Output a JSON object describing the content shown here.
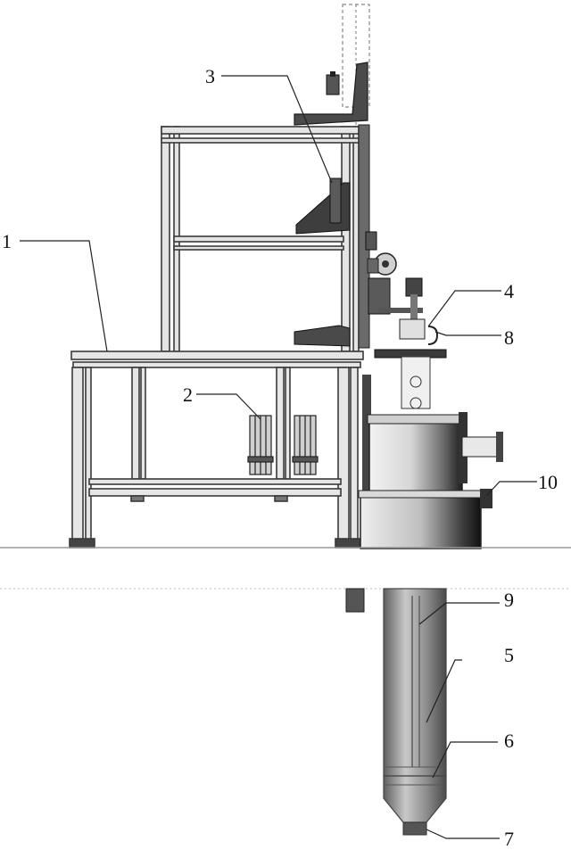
{
  "callouts": [
    {
      "id": "c1",
      "text": "1"
    },
    {
      "id": "c2",
      "text": "2"
    },
    {
      "id": "c3",
      "text": "3"
    },
    {
      "id": "c4",
      "text": "4"
    },
    {
      "id": "c5",
      "text": "5"
    },
    {
      "id": "c6",
      "text": "6"
    },
    {
      "id": "c7",
      "text": "7"
    },
    {
      "id": "c8",
      "text": "8"
    },
    {
      "id": "c9",
      "text": "9"
    },
    {
      "id": "c10",
      "text": "10"
    }
  ],
  "colors": {
    "frame": "#3a3a3a",
    "frame_fill": "#d8d8d8",
    "dark": "#222222",
    "vessel": "#9a9a9a",
    "probe": "#8c8c8c",
    "ground": "#bdbdbd"
  }
}
